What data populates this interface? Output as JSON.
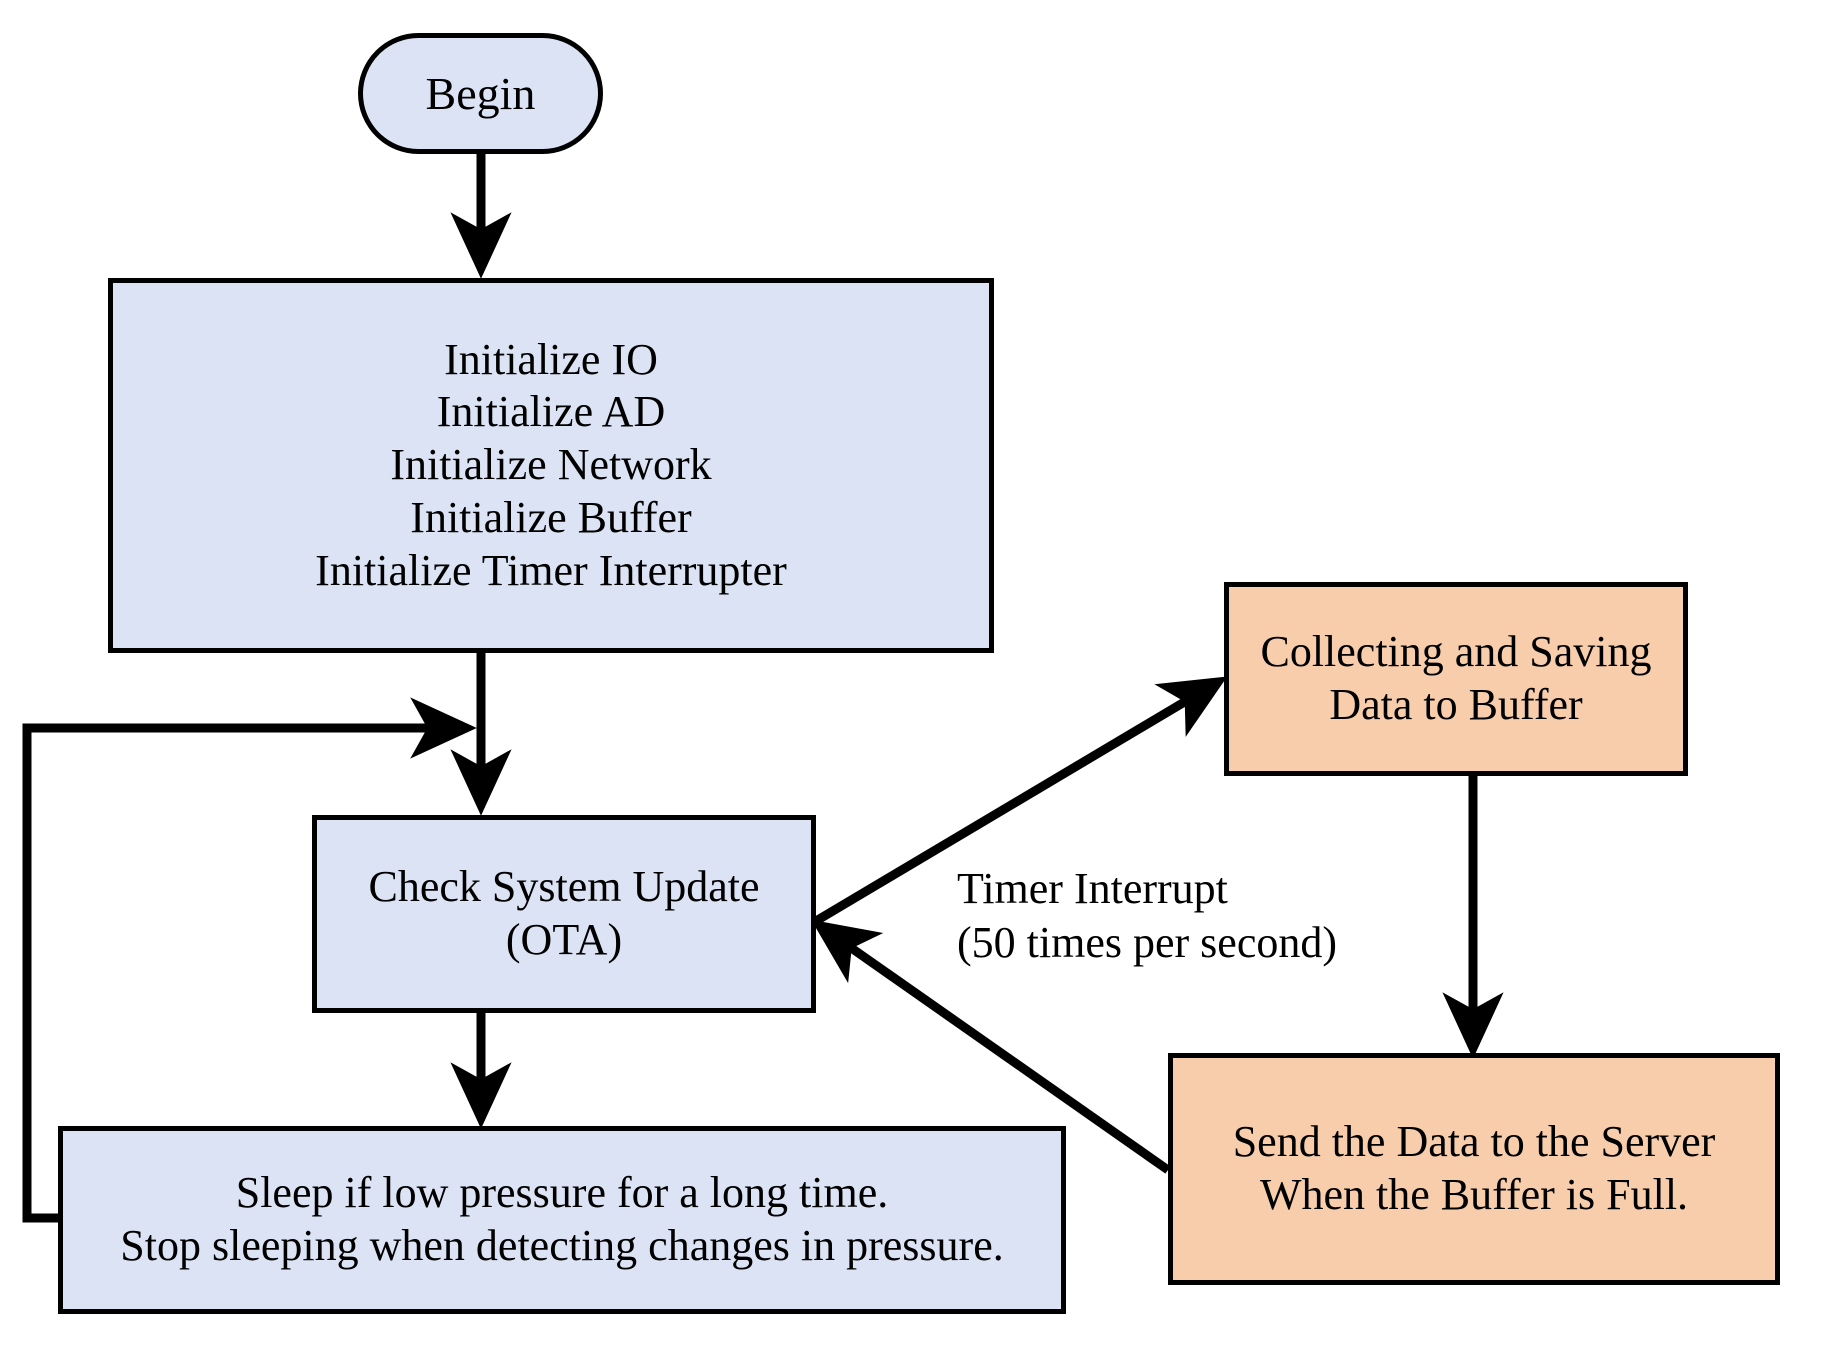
{
  "diagram": {
    "title": "Embedded device firmware main loop flowchart",
    "colors": {
      "process_blue": "#dce3f4",
      "interrupt_orange": "#f8cdab",
      "stroke": "#000000",
      "background": "#ffffff"
    },
    "nodes": {
      "begin": {
        "label": "Begin",
        "shape": "terminator",
        "fill": "#dce3f4",
        "font_size": "46px"
      },
      "initialize": {
        "label": "Initialize IO\nInitialize AD\nInitialize Network\nInitialize Buffer\nInitialize Timer Interrupter",
        "shape": "rectangle",
        "fill": "#dce3f4",
        "font_size": "44px"
      },
      "check_ota": {
        "label": "Check System Update\n(OTA)",
        "shape": "rectangle",
        "fill": "#dce3f4",
        "font_size": "44px"
      },
      "sleep": {
        "label": "Sleep if low pressure for a long time.\nStop sleeping when detecting changes in pressure.",
        "shape": "rectangle",
        "fill": "#dce3f4",
        "font_size": "44px"
      },
      "collect": {
        "label": "Collecting and Saving\nData to Buffer",
        "shape": "rectangle",
        "fill": "#f8cdab",
        "font_size": "44px"
      },
      "send": {
        "label": "Send the Data to the Server\nWhen the Buffer is Full.",
        "shape": "rectangle",
        "fill": "#f8cdab",
        "font_size": "44px"
      }
    },
    "edge_labels": {
      "timer_interrupt": "Timer Interrupt\n(50 times per second)"
    },
    "edges": [
      {
        "name": "begin-to-initialize",
        "from": "begin",
        "to": "initialize",
        "style": "straight-down"
      },
      {
        "name": "initialize-to-check",
        "from": "initialize",
        "to": "check_ota",
        "style": "straight-down"
      },
      {
        "name": "check-to-sleep",
        "from": "check_ota",
        "to": "sleep",
        "style": "straight-down"
      },
      {
        "name": "sleep-loop-back",
        "from": "sleep",
        "to": "initialize-to-check",
        "style": "orthogonal-left-loop"
      },
      {
        "name": "check-to-collect",
        "from": "check_ota",
        "to": "collect",
        "style": "diagonal-up-right",
        "label": "Timer Interrupt\n(50 times per second)"
      },
      {
        "name": "collect-to-send",
        "from": "collect",
        "to": "send",
        "style": "straight-down"
      },
      {
        "name": "send-to-check",
        "from": "send",
        "to": "check_ota",
        "style": "diagonal-up-left"
      }
    ]
  }
}
